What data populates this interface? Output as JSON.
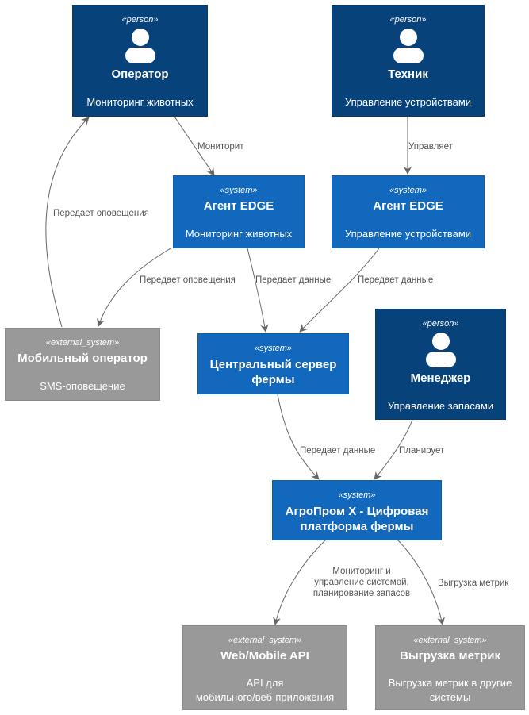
{
  "nodes": {
    "operator": {
      "stereotype": "«person»",
      "title": "Оператор",
      "description": "Мониторинг животных",
      "icon": "person-icon"
    },
    "technician": {
      "stereotype": "«person»",
      "title": "Техник",
      "description": "Управление устройствами",
      "icon": "person-icon"
    },
    "edge_monitoring": {
      "stereotype": "«system»",
      "title": "Агент EDGE",
      "description": "Мониторинг животных"
    },
    "edge_devices": {
      "stereotype": "«system»",
      "title": "Агент EDGE",
      "description": "Управление устройствами"
    },
    "mobile_operator": {
      "stereotype": "«external_system»",
      "title": "Мобильный оператор",
      "description": "SMS-оповещение"
    },
    "central_server": {
      "stereotype": "«system»",
      "title_line1": "Центральный сервер",
      "title_line2": "фермы"
    },
    "manager": {
      "stereotype": "«person»",
      "title": "Менеджер",
      "description": "Управление запасами",
      "icon": "person-icon"
    },
    "platform": {
      "stereotype": "«system»",
      "title_line1": "АгроПром X - Цифровая",
      "title_line2": "платформа фермы"
    },
    "web_api": {
      "stereotype": "«external_system»",
      "title": "Web/Mobile API",
      "description_line1": "API для",
      "description_line2": "мобильного/веб-приложения"
    },
    "metrics_export": {
      "stereotype": "«external_system»",
      "title": "Выгрузка метрик",
      "description_line1": "Выгрузка метрик в другие",
      "description_line2": "системы"
    }
  },
  "edges": {
    "operator_to_edge": "Мониторит",
    "technician_to_edge": "Управляет",
    "mobile_to_operator": "Передает оповещения",
    "edge_to_mobile": "Передает оповещения",
    "edge_to_server": "Передает данные",
    "edge2_to_server": "Передает данные",
    "server_to_platform": "Передает данные",
    "manager_to_platform": "Планирует",
    "platform_to_api_line1": "Мониторинг и",
    "platform_to_api_line2": "управление системой,",
    "platform_to_api_line3": "планирование запасов",
    "platform_to_metrics": "Выгрузка метрик"
  },
  "colors": {
    "person": "#08427b",
    "system": "#1168bd",
    "external_system": "#999999",
    "edge_line": "#666666"
  }
}
